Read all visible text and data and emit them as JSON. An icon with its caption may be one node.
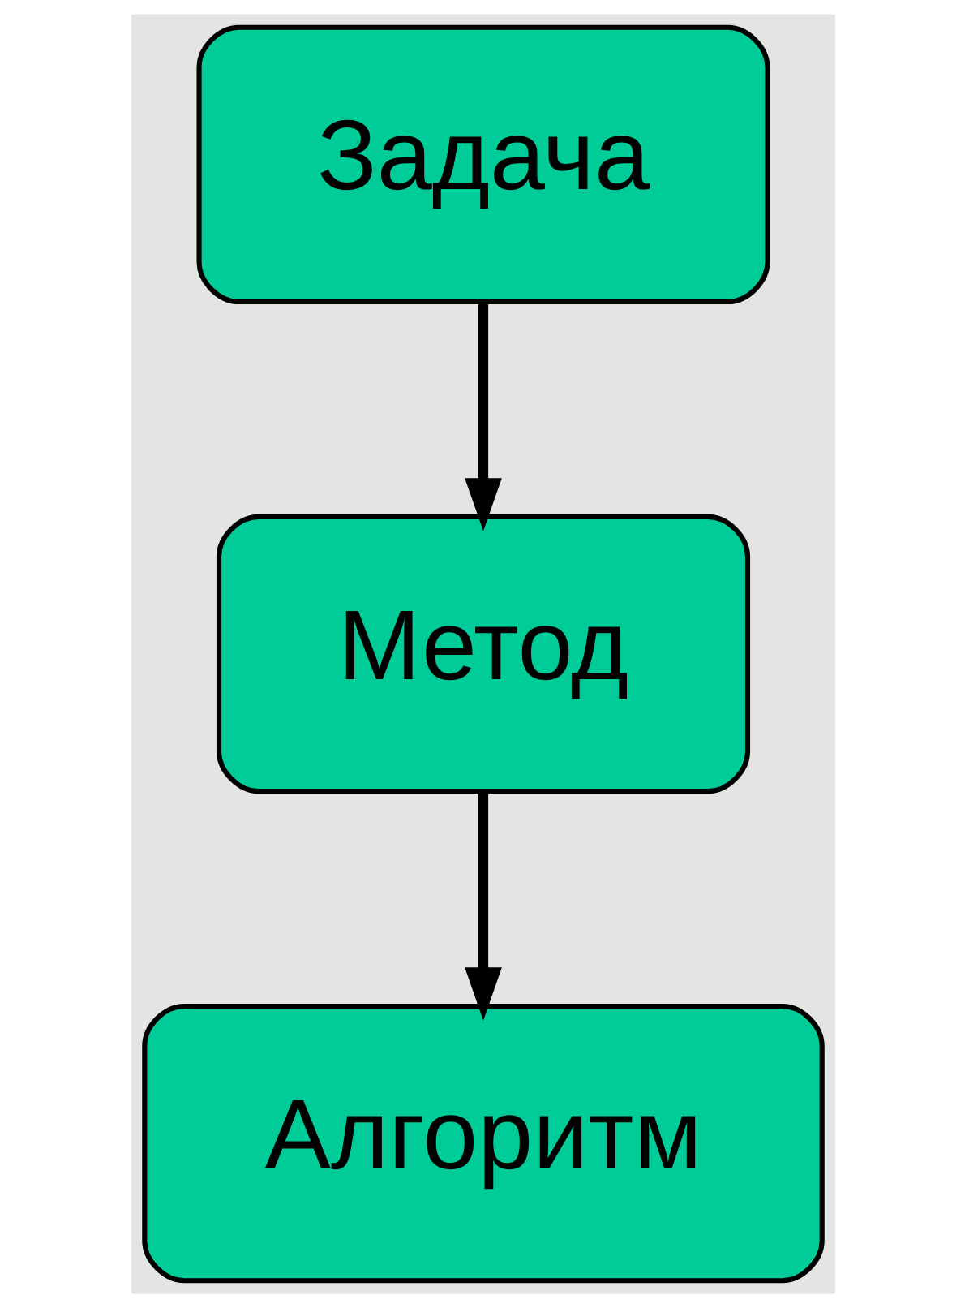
{
  "diagram": {
    "nodes": [
      {
        "text": [
          "Задача"
        ]
      },
      {
        "text": [
          "Метод"
        ]
      },
      {
        "text": [
          "Алгоритм"
        ]
      }
    ],
    "edges": [
      {
        "from": 0,
        "to": 1,
        "arrow": "to"
      },
      {
        "from": 1,
        "to": 2,
        "arrow": "to"
      }
    ]
  }
}
